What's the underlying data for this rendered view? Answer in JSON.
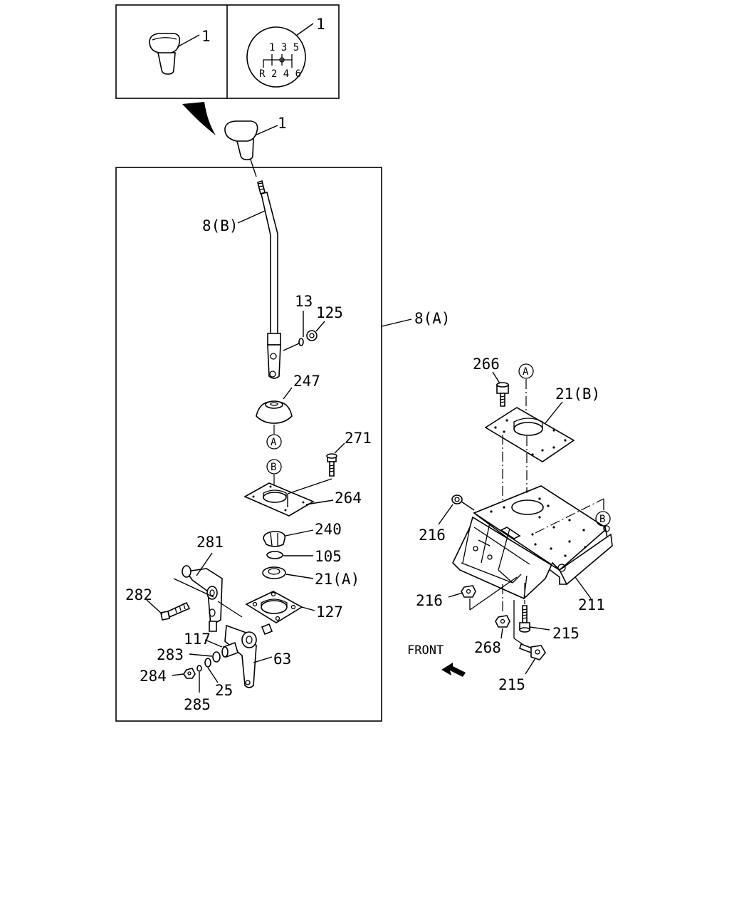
{
  "insets": {
    "plain_knob_label": "1",
    "pattern_knob_label": "1",
    "shift_pattern_top": "1 3 5",
    "shift_pattern_bottom": "R 2 4 6"
  },
  "callouts": {
    "knob": "1",
    "shift_lever_upper": "8(B)",
    "shift_lever_assembly": "8(A)",
    "pin": "13",
    "nut_125": "125",
    "boot": "247",
    "bolt_271": "271",
    "plate_264": "264",
    "seat_240": "240",
    "ring_105": "105",
    "retainer_21a": "21(A)",
    "lever_281": "281",
    "bolt_282": "282",
    "bracket_127": "127",
    "bush_117": "117",
    "washer_283": "283",
    "nut_284": "284",
    "washer_25": "25",
    "pin_285": "285",
    "lever_63": "63",
    "bolt_266": "266",
    "plate_21b": "21(B)",
    "nut_216_upper": "216",
    "nut_216_lower": "216",
    "base_211": "211",
    "bolt_215_upper": "215",
    "bolt_215_lower": "215",
    "nut_268": "268"
  },
  "reference_marks": {
    "a_lower": "A",
    "b_lower": "B",
    "a_upper": "A",
    "b_right": "B"
  },
  "front_indicator": "FRONT"
}
